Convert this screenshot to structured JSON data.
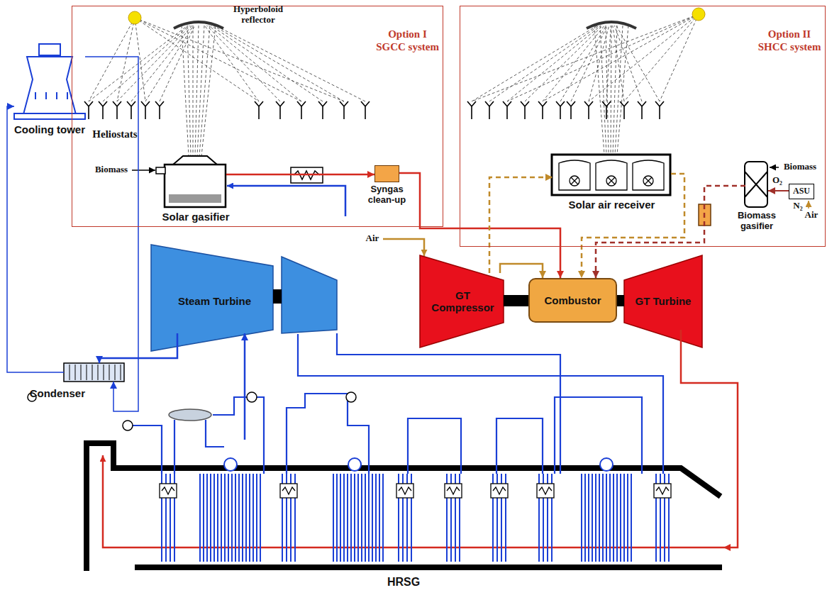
{
  "diagram": {
    "nodes": [
      {
        "text": [
          "Option I SGCC system"
        ]
      },
      {
        "text": [
          "Solar gasifier"
        ],
        "in": 0
      },
      {
        "text": [
          "Syngas clean-up"
        ],
        "in": 0
      },
      {
        "text": [
          "Option II SHCC system"
        ]
      },
      {
        "text": [
          "Solar air receiver"
        ],
        "in": 3
      },
      {
        "text": [
          "Biomass gasifier"
        ],
        "in": 3
      },
      {
        "text": [
          "ASU"
        ],
        "in": 3
      },
      {
        "text": [
          "Steam Turbine"
        ]
      },
      {
        "text": [
          "GT Compressor"
        ]
      },
      {
        "text": [
          "Combustor"
        ]
      },
      {
        "text": [
          "GT Turbine"
        ]
      },
      {
        "text": [
          "Cooling tower"
        ]
      },
      {
        "text": [
          "Condenser"
        ]
      },
      {
        "text": [
          "HRSG"
        ]
      }
    ],
    "edges": [
      {
        "from": 1,
        "to": 2,
        "arrow": "to"
      },
      {
        "from": 2,
        "to": 9,
        "arrow": "to"
      },
      {
        "from": 8,
        "to": 9,
        "arrow": "to"
      },
      {
        "from": 8,
        "to": 4,
        "arrow": "to"
      },
      {
        "from": 4,
        "to": 9,
        "arrow": "to"
      },
      {
        "from": 6,
        "to": 5,
        "arrow": "to"
      },
      {
        "from": 5,
        "to": 9,
        "arrow": "to"
      },
      {
        "from": 10,
        "to": 13,
        "arrow": "to"
      },
      {
        "from": 13,
        "to": 7,
        "arrow": "to"
      },
      {
        "from": 7,
        "to": 12,
        "arrow": "to"
      },
      {
        "from": 12,
        "to": 11,
        "arrow": "to"
      },
      {
        "from": 11,
        "to": 12,
        "arrow": "to"
      }
    ],
    "labels": [
      "Hyperboloid reflector",
      "Heliostats",
      "Biomass",
      "Air",
      "Biomass",
      "O₂",
      "N₂",
      "Air"
    ]
  }
}
